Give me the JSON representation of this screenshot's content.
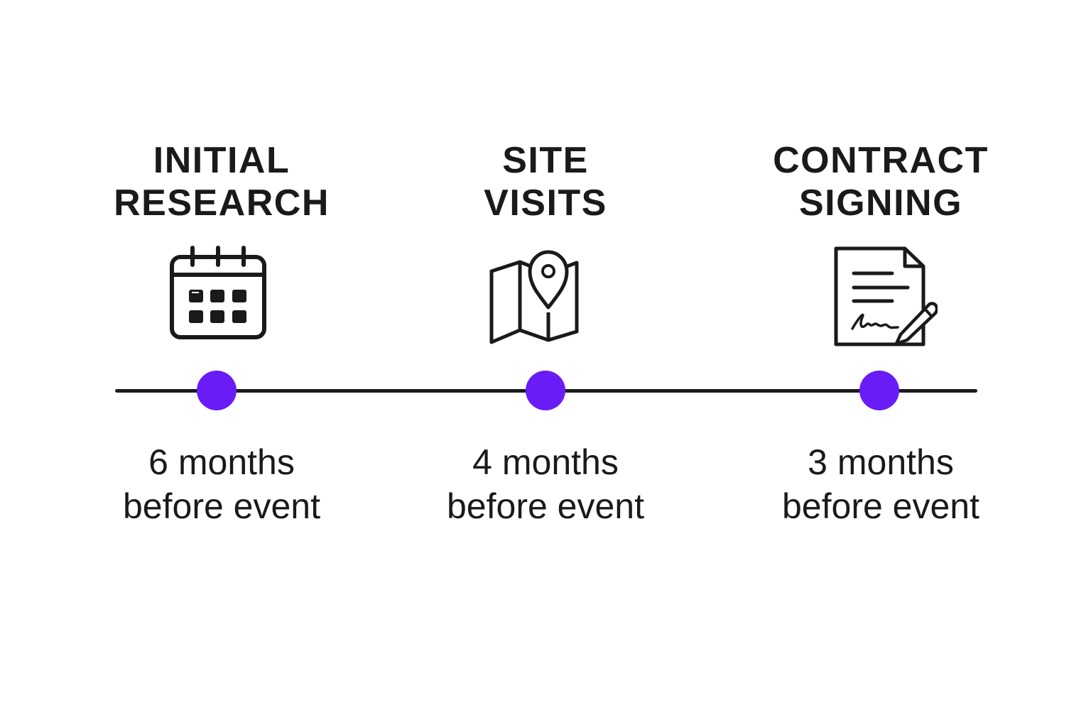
{
  "colors": {
    "accent": "#6a1cf6",
    "line": "#1c1c1c",
    "text": "#1a1a1a",
    "background": "#ffffff"
  },
  "milestones": [
    {
      "title_line1": "INITIAL",
      "title_line2": "RESEARCH",
      "icon": "calendar-icon",
      "when_line1": "6 months",
      "when_line2": "before event"
    },
    {
      "title_line1": "SITE",
      "title_line2": "VISITS",
      "icon": "map-pin-icon",
      "when_line1": "4 months",
      "when_line2": "before event"
    },
    {
      "title_line1": "CONTRACT",
      "title_line2": "SIGNING",
      "icon": "signed-contract-icon",
      "when_line1": "3 months",
      "when_line2": "before event"
    }
  ]
}
